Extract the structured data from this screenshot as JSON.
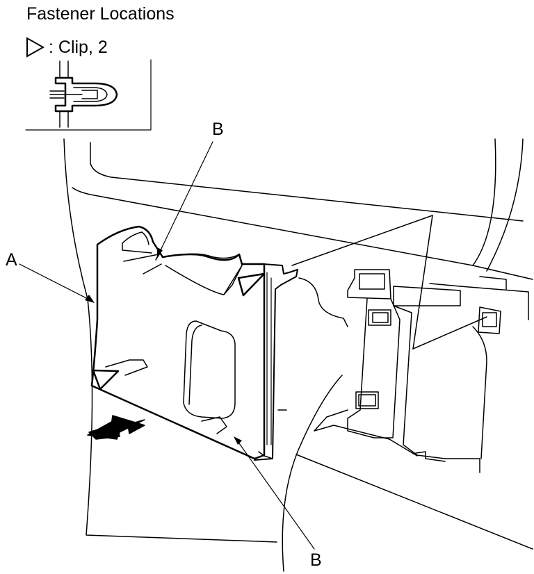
{
  "diagram": {
    "title": "Fastener Locations",
    "legend": {
      "symbol": "clip-triangle-icon",
      "label": ": Clip, 2"
    },
    "callouts": {
      "a": "A",
      "b_top": "B",
      "b_bottom": "B"
    },
    "colors": {
      "line": "#000000",
      "background": "#ffffff",
      "panel_fill": "#ffffff"
    }
  }
}
